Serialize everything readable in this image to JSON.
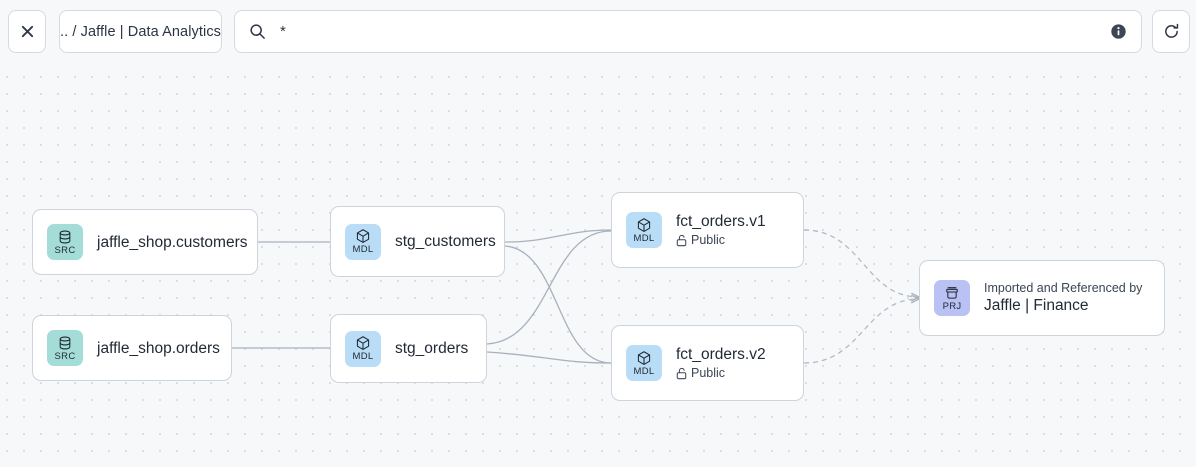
{
  "topbar": {
    "close_label": "✕",
    "close_icon": "close-icon",
    "breadcrumb": ".. / Jaffle | Data Analytics",
    "search": {
      "value": "*",
      "placeholder": "Search",
      "search_icon": "search-icon",
      "info_icon": "info-icon"
    },
    "refresh_icon": "refresh-icon"
  },
  "graph": {
    "nodes": [
      {
        "id": "jaffle_shop.customers",
        "badge": "SRC",
        "badge_icon": "database-icon",
        "title": "jaffle_shop.customers",
        "subtitle": "",
        "sub_top": ""
      },
      {
        "id": "jaffle_shop.orders",
        "badge": "SRC",
        "badge_icon": "database-icon",
        "title": "jaffle_shop.orders",
        "subtitle": "",
        "sub_top": ""
      },
      {
        "id": "stg_customers",
        "badge": "MDL",
        "badge_icon": "cube-icon",
        "title": "stg_customers",
        "subtitle": "",
        "sub_top": ""
      },
      {
        "id": "stg_orders",
        "badge": "MDL",
        "badge_icon": "cube-icon",
        "title": "stg_orders",
        "subtitle": "",
        "sub_top": ""
      },
      {
        "id": "fct_orders.v1",
        "badge": "MDL",
        "badge_icon": "cube-icon",
        "title": "fct_orders.v1",
        "subtitle": "Public",
        "subtitle_icon": "unlock-icon",
        "sub_top": ""
      },
      {
        "id": "fct_orders.v2",
        "badge": "MDL",
        "badge_icon": "cube-icon",
        "title": "fct_orders.v2",
        "subtitle": "Public",
        "subtitle_icon": "unlock-icon",
        "sub_top": ""
      },
      {
        "id": "jaffle_finance",
        "badge": "PRJ",
        "badge_icon": "package-icon",
        "sub_top": "Imported and Referenced by",
        "title": "Jaffle | Finance",
        "subtitle": ""
      }
    ],
    "edges": [
      {
        "from": "jaffle_shop.customers",
        "to": "stg_customers",
        "style": "solid"
      },
      {
        "from": "jaffle_shop.orders",
        "to": "stg_orders",
        "style": "solid"
      },
      {
        "from": "stg_customers",
        "to": "fct_orders.v1",
        "style": "solid"
      },
      {
        "from": "stg_customers",
        "to": "fct_orders.v2",
        "style": "solid"
      },
      {
        "from": "stg_orders",
        "to": "fct_orders.v1",
        "style": "solid"
      },
      {
        "from": "stg_orders",
        "to": "fct_orders.v2",
        "style": "solid"
      },
      {
        "from": "fct_orders.v1",
        "to": "jaffle_finance",
        "style": "dashed"
      },
      {
        "from": "fct_orders.v2",
        "to": "jaffle_finance",
        "style": "dashed"
      }
    ]
  },
  "colors": {
    "src_badge": "#a4ddd8",
    "mdl_badge": "#b9ddf6",
    "prj_badge": "#b9c2f3",
    "canvas": "#f6f8fa",
    "edge": "#a9b1bd",
    "node_border": "#ced4dc"
  }
}
